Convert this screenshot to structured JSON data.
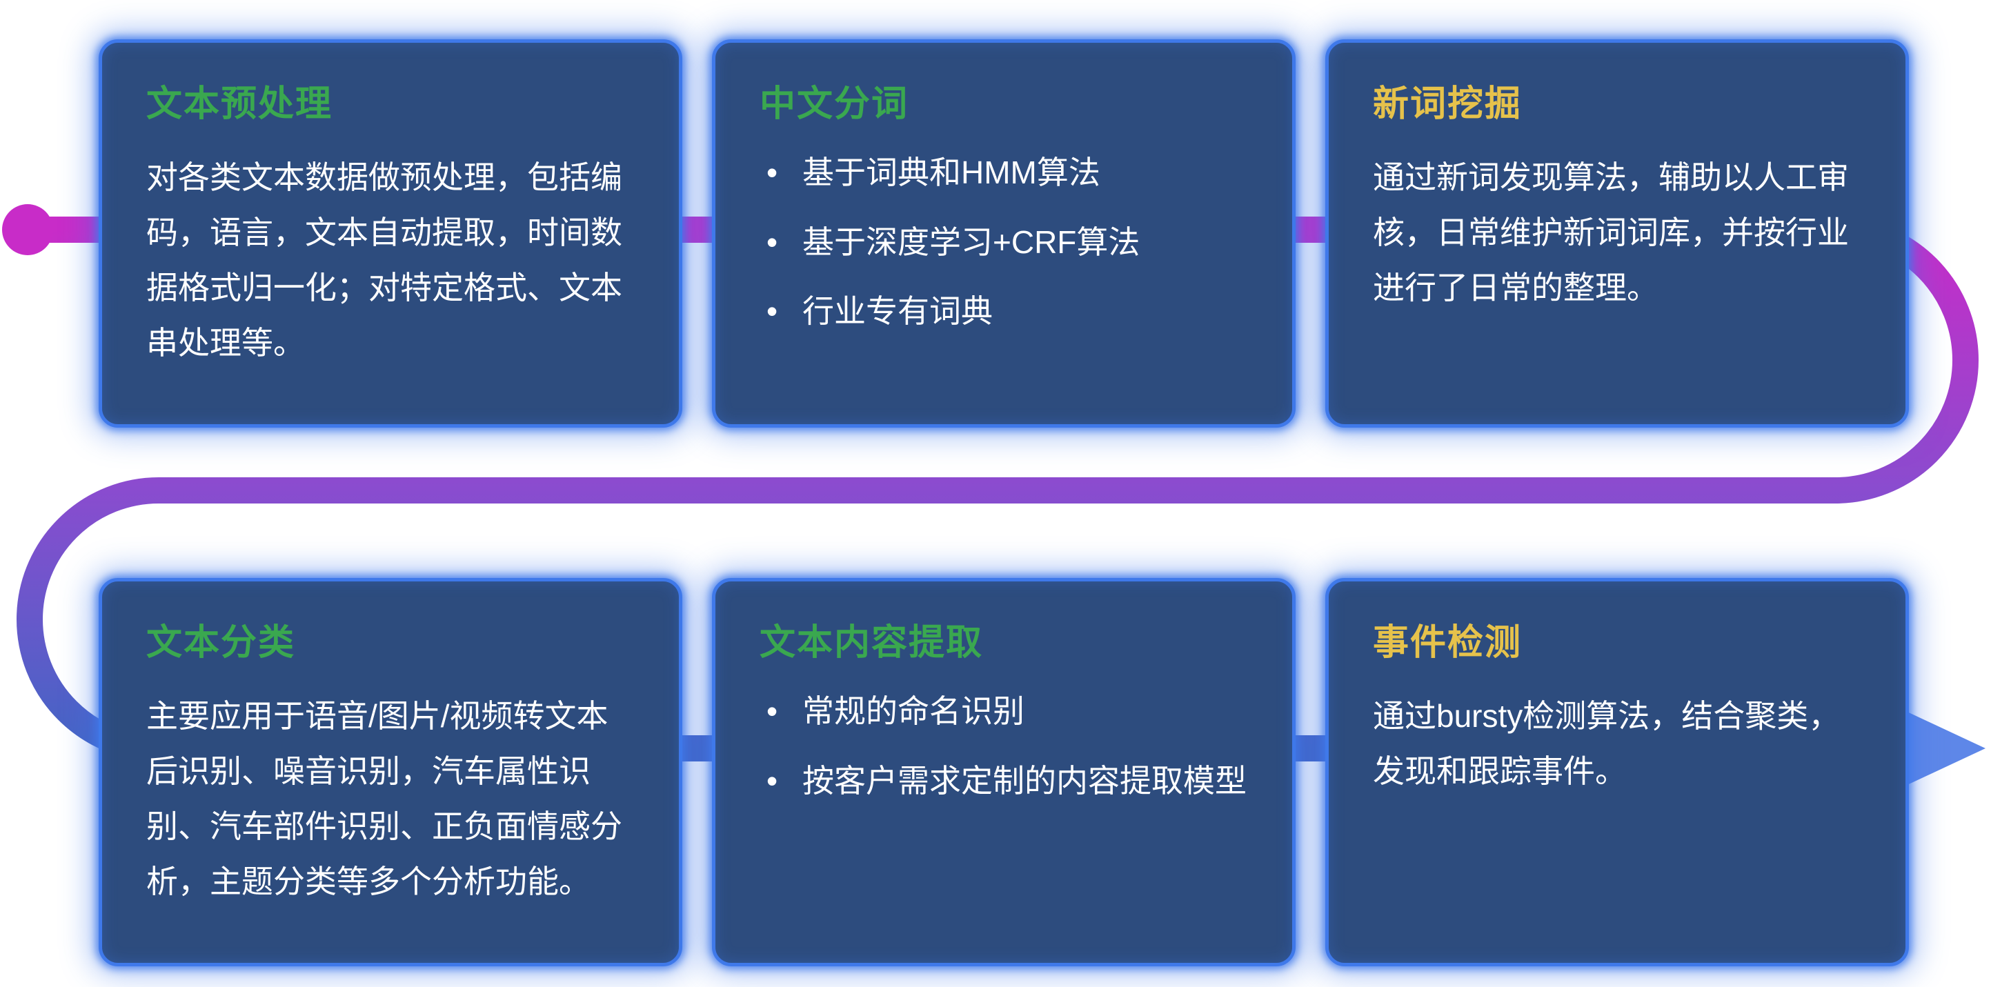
{
  "cards": [
    {
      "title": "文本预处理",
      "title_color": "green",
      "body": "对各类文本数据做预处理，包括编码，语言，文本自动提取，时间数据格式归一化；对特定格式、文本串处理等。"
    },
    {
      "title": "中文分词",
      "title_color": "green",
      "bullets": [
        "基于词典和HMM算法",
        "基于深度学习+CRF算法",
        "行业专有词典"
      ]
    },
    {
      "title": "新词挖掘",
      "title_color": "yellow",
      "body": "通过新词发现算法，辅助以人工审核，日常维护新词词库，并按行业进行了日常的整理。"
    },
    {
      "title": "文本分类",
      "title_color": "green",
      "body": "主要应用于语音/图片/视频转文本后识别、噪音识别，汽车属性识别、汽车部件识别、正负面情感分析，主题分类等多个分析功能。"
    },
    {
      "title": "文本内容提取",
      "title_color": "green",
      "bullets": [
        "常规的命名识别",
        "按客户需求定制的内容提取模型"
      ]
    },
    {
      "title": "事件检测",
      "title_color": "yellow",
      "body": "通过bursty检测算法，结合聚类，发现和跟踪事件。"
    }
  ],
  "colors": {
    "page_bg": "#ffffff",
    "card_bg": "#2d4c7e",
    "card_border": "#3f79ea",
    "title_green": "#3aa84f",
    "title_yellow": "#e6c24b",
    "body_text": "#ffffff",
    "flow_magenta": "#c82cc8",
    "flow_purple": "#8a4ccf",
    "flow_blue": "#4365c5",
    "flow_arrow": "#5e87e8"
  }
}
